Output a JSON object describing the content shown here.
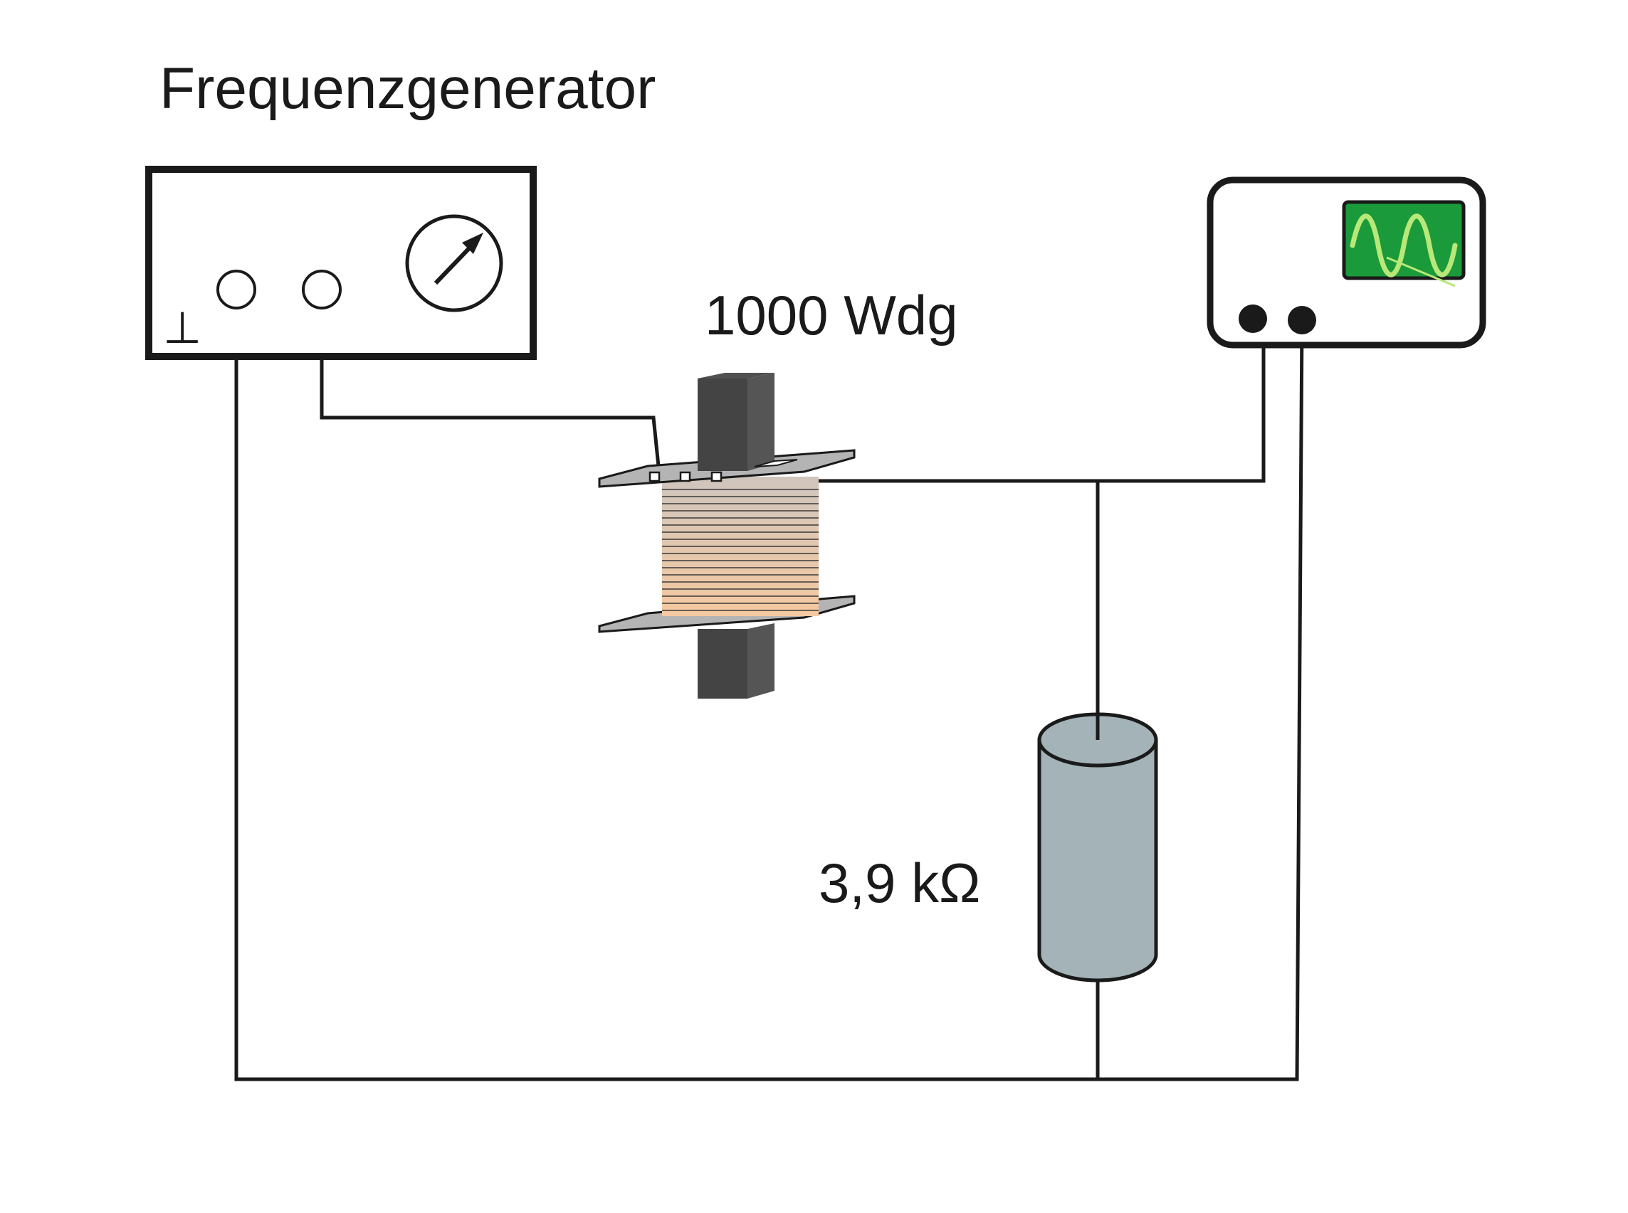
{
  "labels": {
    "generator_title": "Frequenzgenerator",
    "coil_turns": "1000 Wdg",
    "resistor_value": "3,9 kΩ",
    "ground_symbol": "⊥"
  },
  "colors": {
    "line": "#1a1a1a",
    "core": "#444444",
    "core_light": "#555555",
    "plate": "#b4b4b4",
    "coil_top": "#cfc5bd",
    "coil_bottom": "#f6c9a0",
    "resistor_body": "#a3b3b8",
    "scope_screen": "#1a9a3a",
    "scope_wave": "#b8e878"
  },
  "icons": {
    "generator_dial": "dial-gauge-icon",
    "scope_screen": "sine-wave-icon"
  }
}
